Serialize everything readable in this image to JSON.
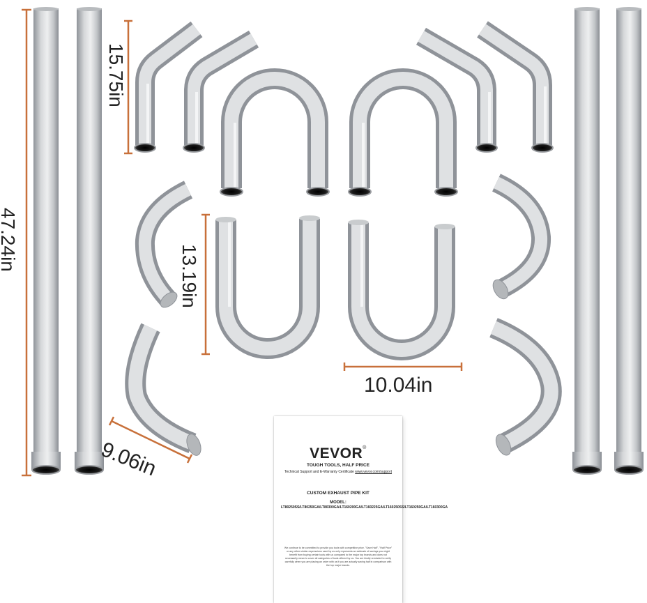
{
  "dimensions": {
    "long_pipe": "47.24in",
    "angle_bend": "15.75in",
    "u_bend_height": "13.19in",
    "u_bend_width": "10.04in",
    "elbow": "9.06in"
  },
  "manual": {
    "brand": "VEVOR",
    "trademark": "®",
    "tagline": "TOUGH TOOLS, HALF PRICE",
    "support_text": "Technical Support and E-Warranty Certificate",
    "support_url": "www.vevor.com/support",
    "kit_title": "CUSTOM EXHAUST PIPE KIT",
    "model_label": "MODEL:",
    "model_codes": "LT80250SS/LT80250GA/LT80300GA/LT160200GA/LT160225GA/LT160250SS/LT160250GA/LT160300GA",
    "fine_print": "We continue to be committed to provide you tools with competitive price. \"Save Half\", \"Half Price\" or any other similar expressions used by us only represents an estimate of savings you might benefit from buying certain tools with us compared to the major top brands and does not necessarily mean to cover all categories of tools offered by us. You are kindly reminded to verify carefully when you are placing an order with us if you are actually saving half in comparison with the top major brands."
  },
  "colors": {
    "dimension_line": "#c8703a",
    "pipe_light": "#e9e9ea",
    "pipe_dark": "#8f9399",
    "background": "#ffffff"
  }
}
